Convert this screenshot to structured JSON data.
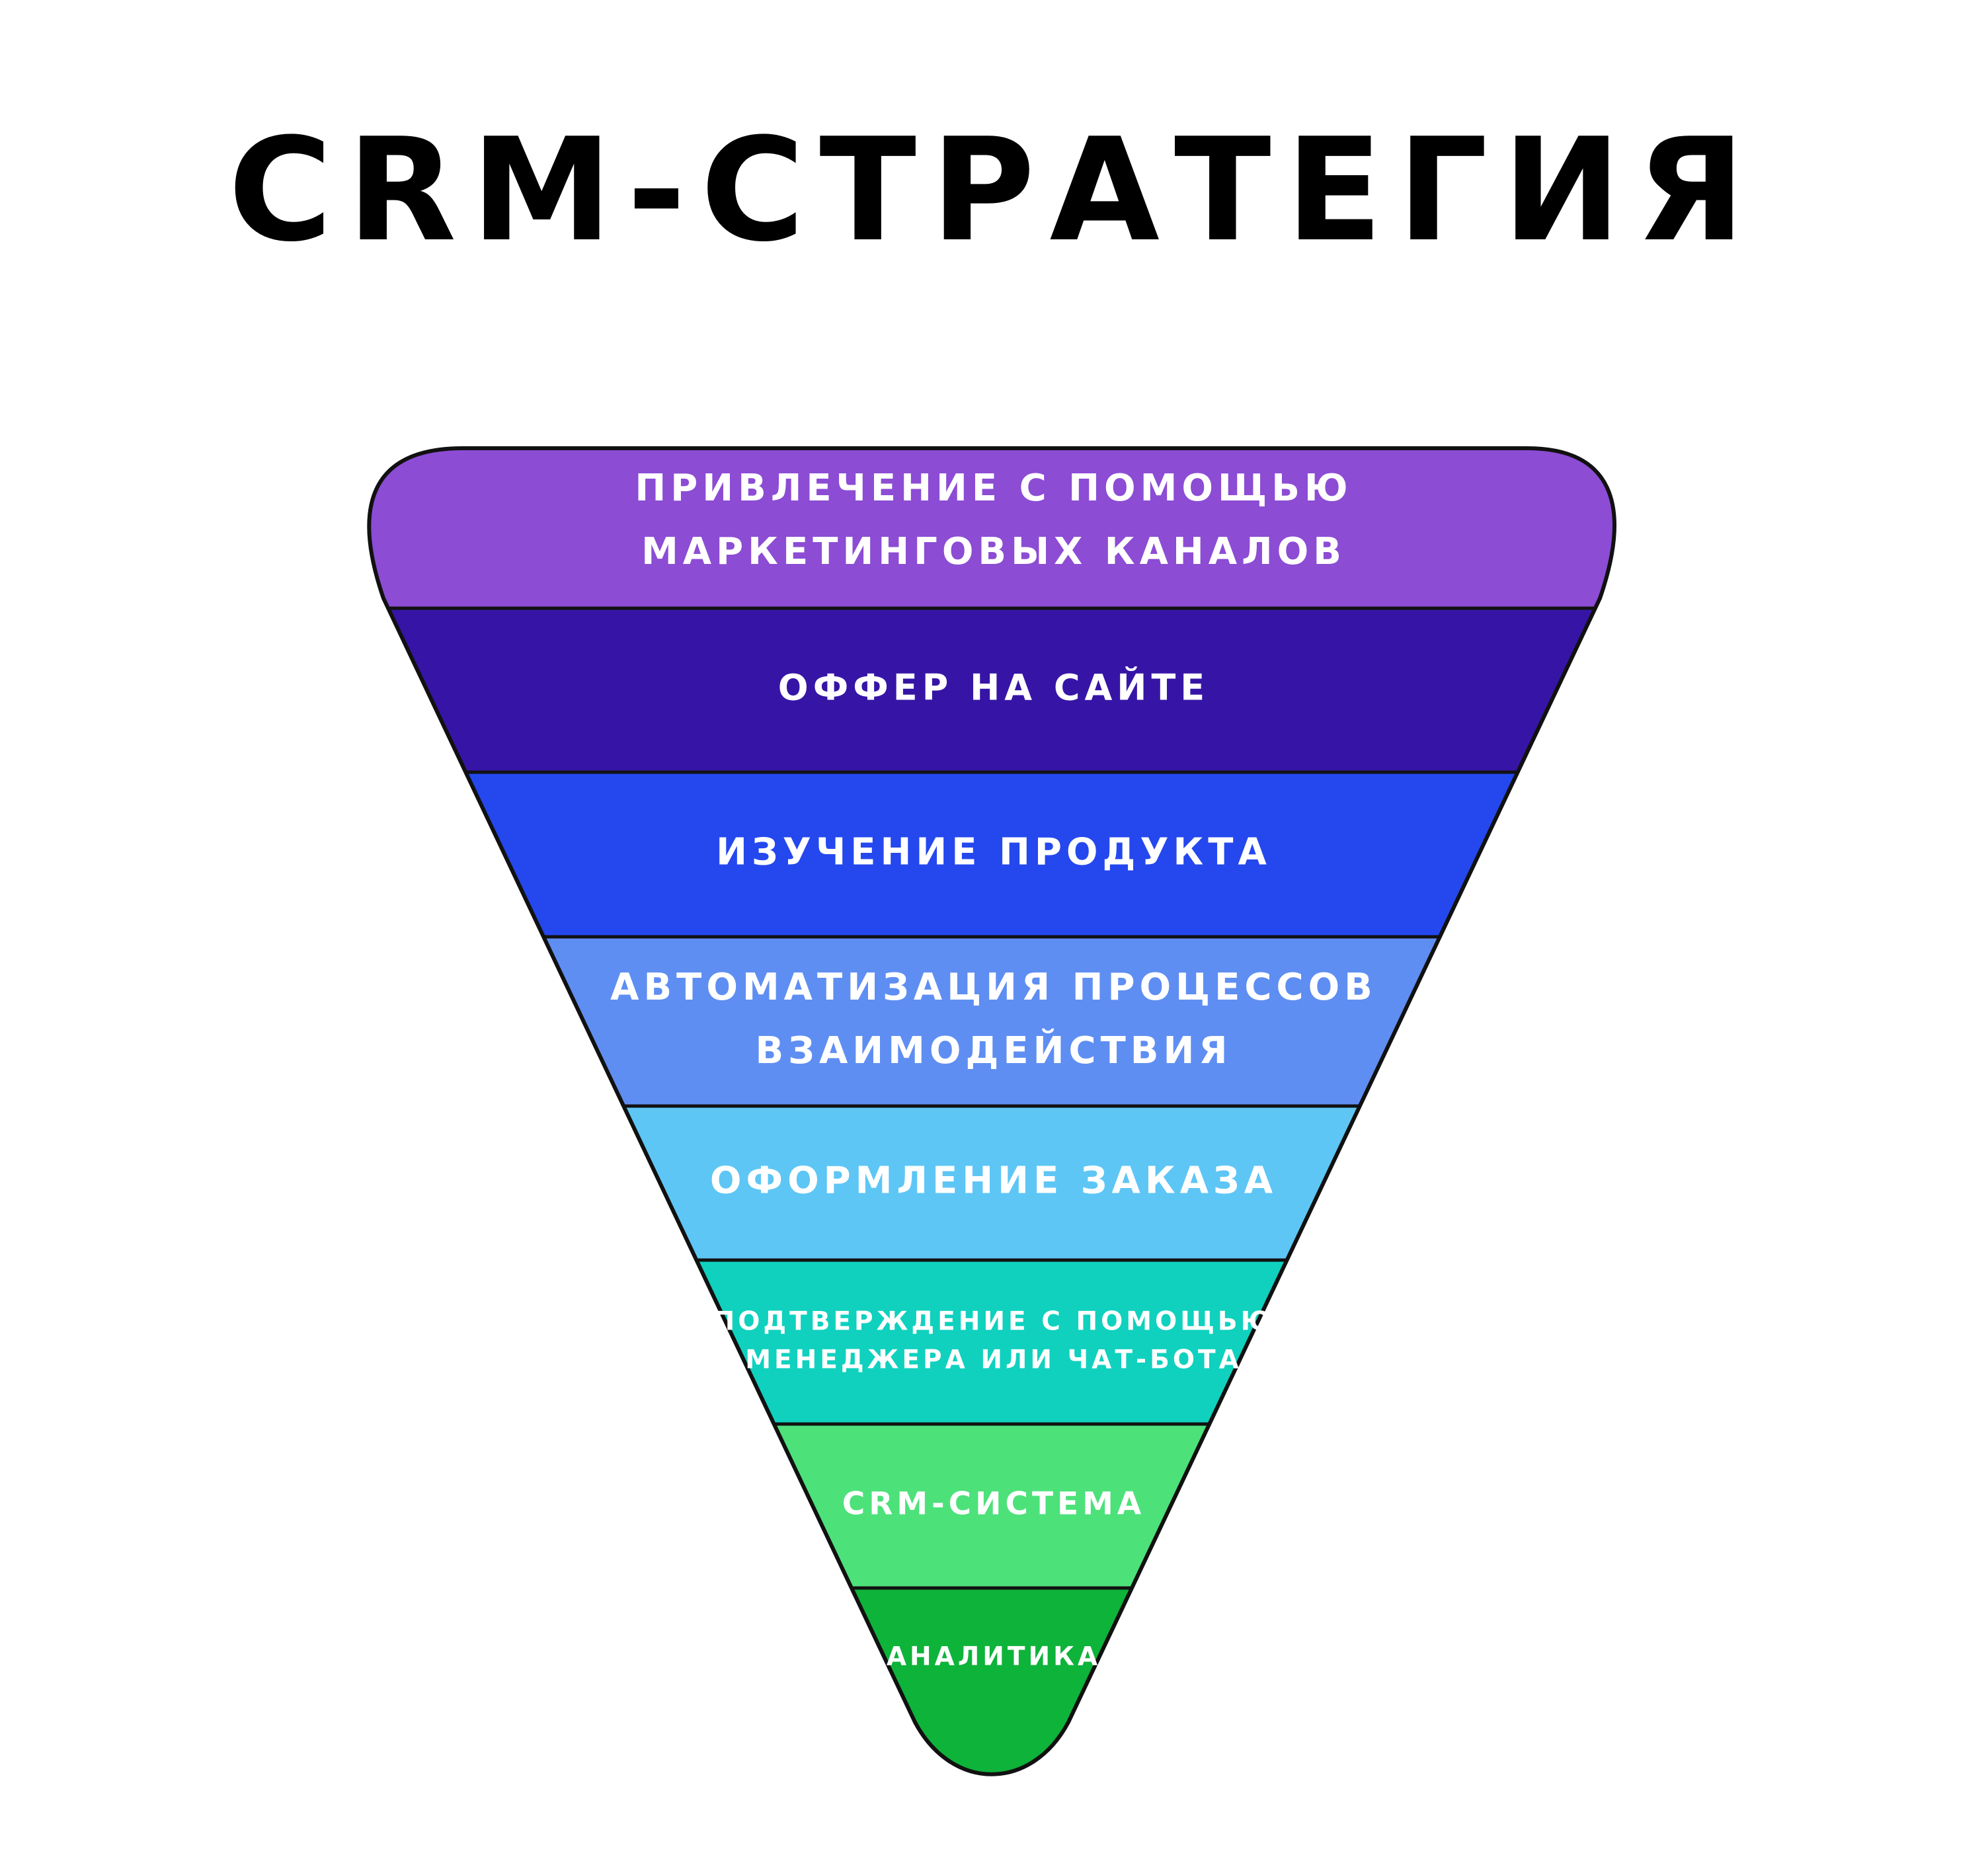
{
  "title": "CRM-СТРАТЕГИЯ",
  "funnel": {
    "levels": [
      {
        "lines": [
          "ПРИВЛЕЧЕНИЕ С ПОМОЩЬЮ",
          "МАРКЕТИНГОВЫХ КАНАЛОВ"
        ],
        "color": "#8C4CD4"
      },
      {
        "lines": [
          "ОФФЕР НА САЙТЕ"
        ],
        "color": "#3615A6"
      },
      {
        "lines": [
          "ИЗУЧЕНИЕ ПРОДУКТА"
        ],
        "color": "#2448EE"
      },
      {
        "lines": [
          "АВТОМАТИЗАЦИЯ ПРОЦЕССОВ",
          "ВЗАИМОДЕЙСТВИЯ"
        ],
        "color": "#5F8EF2"
      },
      {
        "lines": [
          "ОФОРМЛЕНИЕ ЗАКАЗА"
        ],
        "color": "#5EC6F5"
      },
      {
        "lines": [
          "ПОДТВЕРЖДЕНИЕ С ПОМОЩЬЮ",
          "МЕНЕДЖЕРА ИЛИ ЧАТ-БОТА"
        ],
        "color": "#0FD1BE"
      },
      {
        "lines": [
          "CRM-СИСТЕМА"
        ],
        "color": "#4DE17A"
      },
      {
        "lines": [
          "АНАЛИТИКА"
        ],
        "color": "#0EB33A"
      }
    ]
  }
}
